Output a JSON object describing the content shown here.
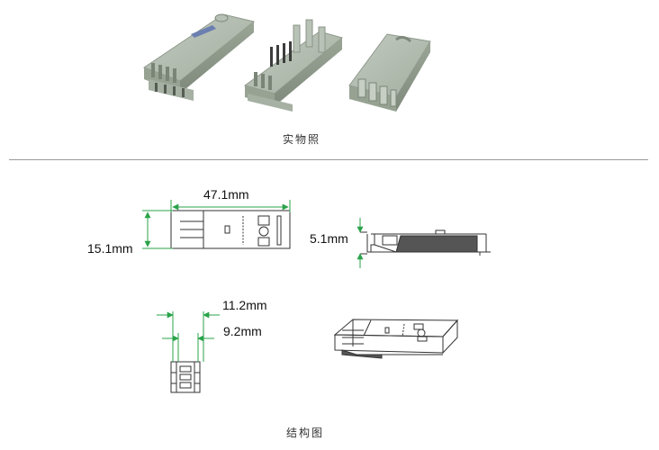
{
  "photo_section": {
    "caption": "实物照"
  },
  "drawing_section": {
    "caption": "结构图",
    "dimensions": {
      "length": "47.1mm",
      "width": "15.1mm",
      "height": "5.1mm",
      "outer_width": "11.2mm",
      "inner_width": "9.2mm"
    }
  },
  "colors": {
    "connector_body": "#a9b4a6",
    "dimension_line": "#2aa34a",
    "outline": "#333333"
  }
}
